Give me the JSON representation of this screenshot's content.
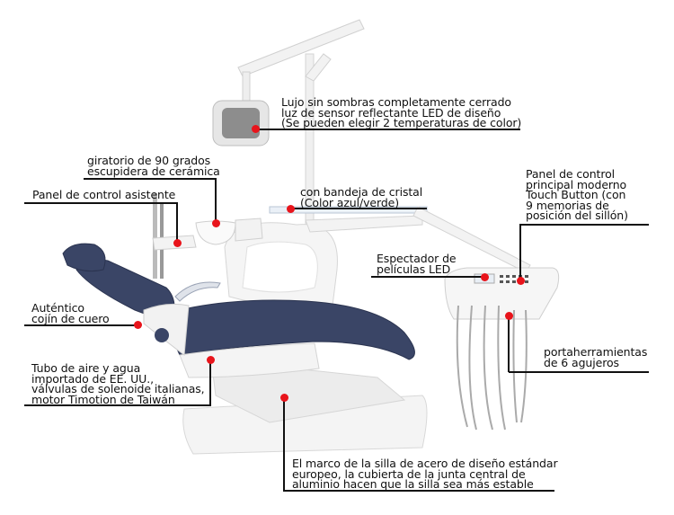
{
  "colors": {
    "marker": "#e8141b",
    "upholstery": "#3a4566",
    "frame": "#f2f2f2"
  },
  "annotations": {
    "light": {
      "lines": [
        "Lujo sin sombras completamente cerrado",
        "luz de sensor reflectante LED de diseño",
        "(Se pueden elegir 2 temperaturas de color)"
      ]
    },
    "spittoon": {
      "lines": [
        "giratorio de 90 grados",
        "escupidera de cerámica"
      ]
    },
    "assistant_panel": {
      "lines": [
        "Panel de control asistente"
      ]
    },
    "glass_tray": {
      "lines": [
        "con bandeja de cristal",
        "(Color azul/verde)"
      ]
    },
    "main_panel": {
      "lines": [
        "Panel de control",
        "principal moderno",
        "Touch Button (con",
        "9 memorias de",
        "posición del sillón)"
      ]
    },
    "film_viewer": {
      "lines": [
        "Espectador de",
        "películas LED"
      ]
    },
    "leather": {
      "lines": [
        "Auténtico",
        "cojín de cuero"
      ]
    },
    "tubing": {
      "lines": [
        "Tubo de aire y agua",
        "importado de EE. UU.,",
        "válvulas de solenoide italianas,",
        "motor Timotion de Taiwán"
      ]
    },
    "tool_holder": {
      "lines": [
        "portaherramientas",
        "de 6 agujeros"
      ]
    },
    "frame": {
      "lines": [
        "El marco de la silla de acero de diseño estándar",
        "europeo, la cubierta de la junta central de",
        "aluminio hacen que la silla sea más estable"
      ]
    }
  }
}
